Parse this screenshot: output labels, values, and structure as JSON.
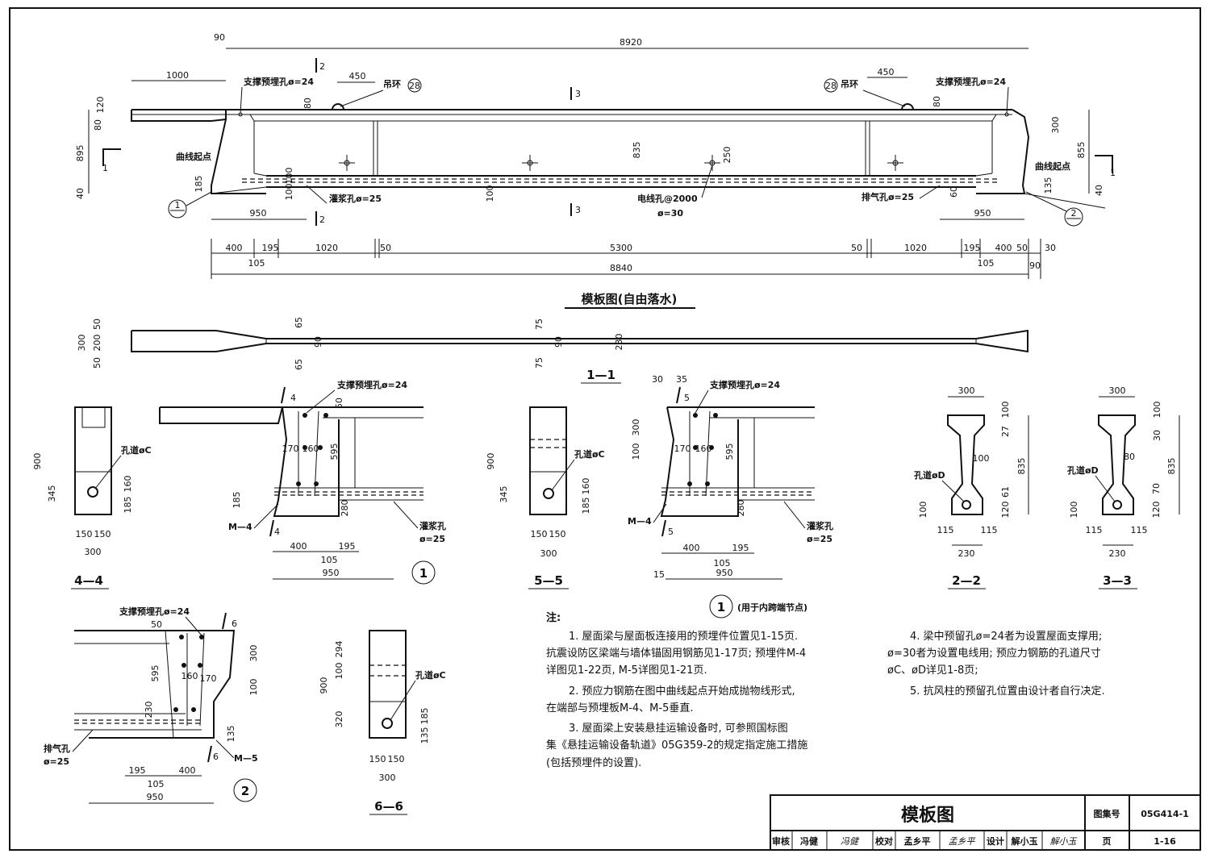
{
  "main_view": {
    "title": "模板图(自由落水)",
    "dims_top": [
      "90",
      "8920",
      "1000",
      "450",
      "450",
      "120",
      "80",
      "80",
      "80",
      "895",
      "40",
      "185",
      "100",
      "100",
      "250",
      "835",
      "100",
      "300",
      "855",
      "40",
      "135",
      "60"
    ],
    "dims_bottom": [
      "950",
      "950",
      "400",
      "195",
      "1020",
      "50",
      "5300",
      "50",
      "1020",
      "195",
      "400",
      "50",
      "30",
      "105",
      "105",
      "8840",
      "90"
    ],
    "labels": {
      "brace_hole_left": "支撑预埋孔ø=24",
      "brace_hole_right": "支撑预埋孔ø=24",
      "lifting_ring_left": "吊环",
      "lifting_ring_right": "吊环",
      "ring_num": "28",
      "curve_start_left": "曲线起点",
      "curve_start_right": "曲线起点",
      "grout_hole": "灌浆孔ø=25",
      "cable_hole": "电线孔@2000",
      "cable_dia": "ø=30",
      "vent_hole": "排气孔ø=25",
      "detail1": "1",
      "detail2": "2",
      "sec1": "1",
      "sec2": "2",
      "sec3": "3"
    }
  },
  "section_1_1": {
    "title": "1—1",
    "dims": [
      "300",
      "50",
      "200",
      "50",
      "65",
      "65",
      "90",
      "75",
      "75",
      "90",
      "230"
    ]
  },
  "section_4_4": {
    "title": "4—4",
    "hole": "孔道øC",
    "dims": [
      "900",
      "345",
      "160",
      "185",
      "150",
      "150",
      "300"
    ]
  },
  "section_5_5": {
    "title": "5—5",
    "hole": "孔道øC",
    "dims": [
      "900",
      "345",
      "160",
      "185",
      "150",
      "150",
      "300"
    ]
  },
  "section_6_6": {
    "title": "6—6",
    "hole": "孔道øC",
    "dims": [
      "900",
      "294",
      "100",
      "320",
      "185",
      "135",
      "150",
      "150",
      "300"
    ]
  },
  "section_2_2": {
    "title": "2—2",
    "hole": "孔道øD",
    "dims": [
      "300",
      "100",
      "27",
      "100",
      "835",
      "61",
      "120",
      "100",
      "115",
      "115",
      "230"
    ]
  },
  "section_3_3": {
    "title": "3—3",
    "hole": "孔道øD",
    "dims": [
      "300",
      "100",
      "30",
      "80",
      "835",
      "70",
      "120",
      "100",
      "115",
      "115",
      "230"
    ]
  },
  "detail_1": {
    "num": "1",
    "brace": "支撑预埋孔ø=24",
    "plate": "M—4",
    "grout": "灌浆孔",
    "grout_dia": "ø=25",
    "sec": "4",
    "dims": [
      "50",
      "170",
      "160",
      "595",
      "185",
      "280",
      "400",
      "195",
      "105",
      "950"
    ]
  },
  "detail_1b": {
    "num": "1",
    "caption": "(用于内跨端节点)",
    "brace": "支撑预埋孔ø=24",
    "plate": "M—4",
    "grout": "灌浆孔",
    "grout_dia": "ø=25",
    "sec": "5",
    "dims": [
      "30",
      "35",
      "300",
      "100",
      "170",
      "160",
      "595",
      "280",
      "400",
      "195",
      "105",
      "15",
      "950"
    ]
  },
  "detail_2": {
    "num": "2",
    "brace": "支撑预埋孔ø=24",
    "plate": "M—5",
    "vent": "排气孔",
    "vent_dia": "ø=25",
    "sec": "6",
    "dims": [
      "50",
      "300",
      "100",
      "595",
      "160",
      "170",
      "230",
      "135",
      "195",
      "400",
      "105",
      "950"
    ]
  },
  "notes": {
    "heading": "注:",
    "lines_left": [
      "1. 屋面梁与屋面板连接用的预埋件位置见1-15页.",
      "抗震设防区梁端与墙体锚固用钢筋见1-17页; 预埋件M-4",
      "详图见1-22页, M-5详图见1-21页.",
      "2. 预应力钢筋在图中曲线起点开始成抛物线形式,",
      "在端部与预埋板M-4、M-5垂直.",
      "3. 屋面梁上安装悬挂运输设备时, 可参照国标图",
      "集《悬挂运输设备轨道》05G359-2的规定指定施工措施",
      "(包括预埋件的设置)."
    ],
    "lines_right": [
      "4. 梁中预留孔ø=24者为设置屋面支撑用;",
      "ø=30者为设置电线用; 预应力钢筋的孔道尺寸",
      "øC、øD详见1-8页;",
      "5. 抗风柱的预留孔位置由设计者自行决定."
    ]
  },
  "title_block": {
    "title": "模板图",
    "atlas_label": "图集号",
    "atlas_no": "05G414-1",
    "page_label": "页",
    "page_no": "1-16",
    "review_label": "审核",
    "reviewer": "冯健",
    "review_sig": "冯健",
    "check_label": "校对",
    "checker": "孟乡平",
    "check_sig": "孟乡平",
    "design_label": "设计",
    "designer": "解小玉",
    "design_sig": "解小玉"
  }
}
